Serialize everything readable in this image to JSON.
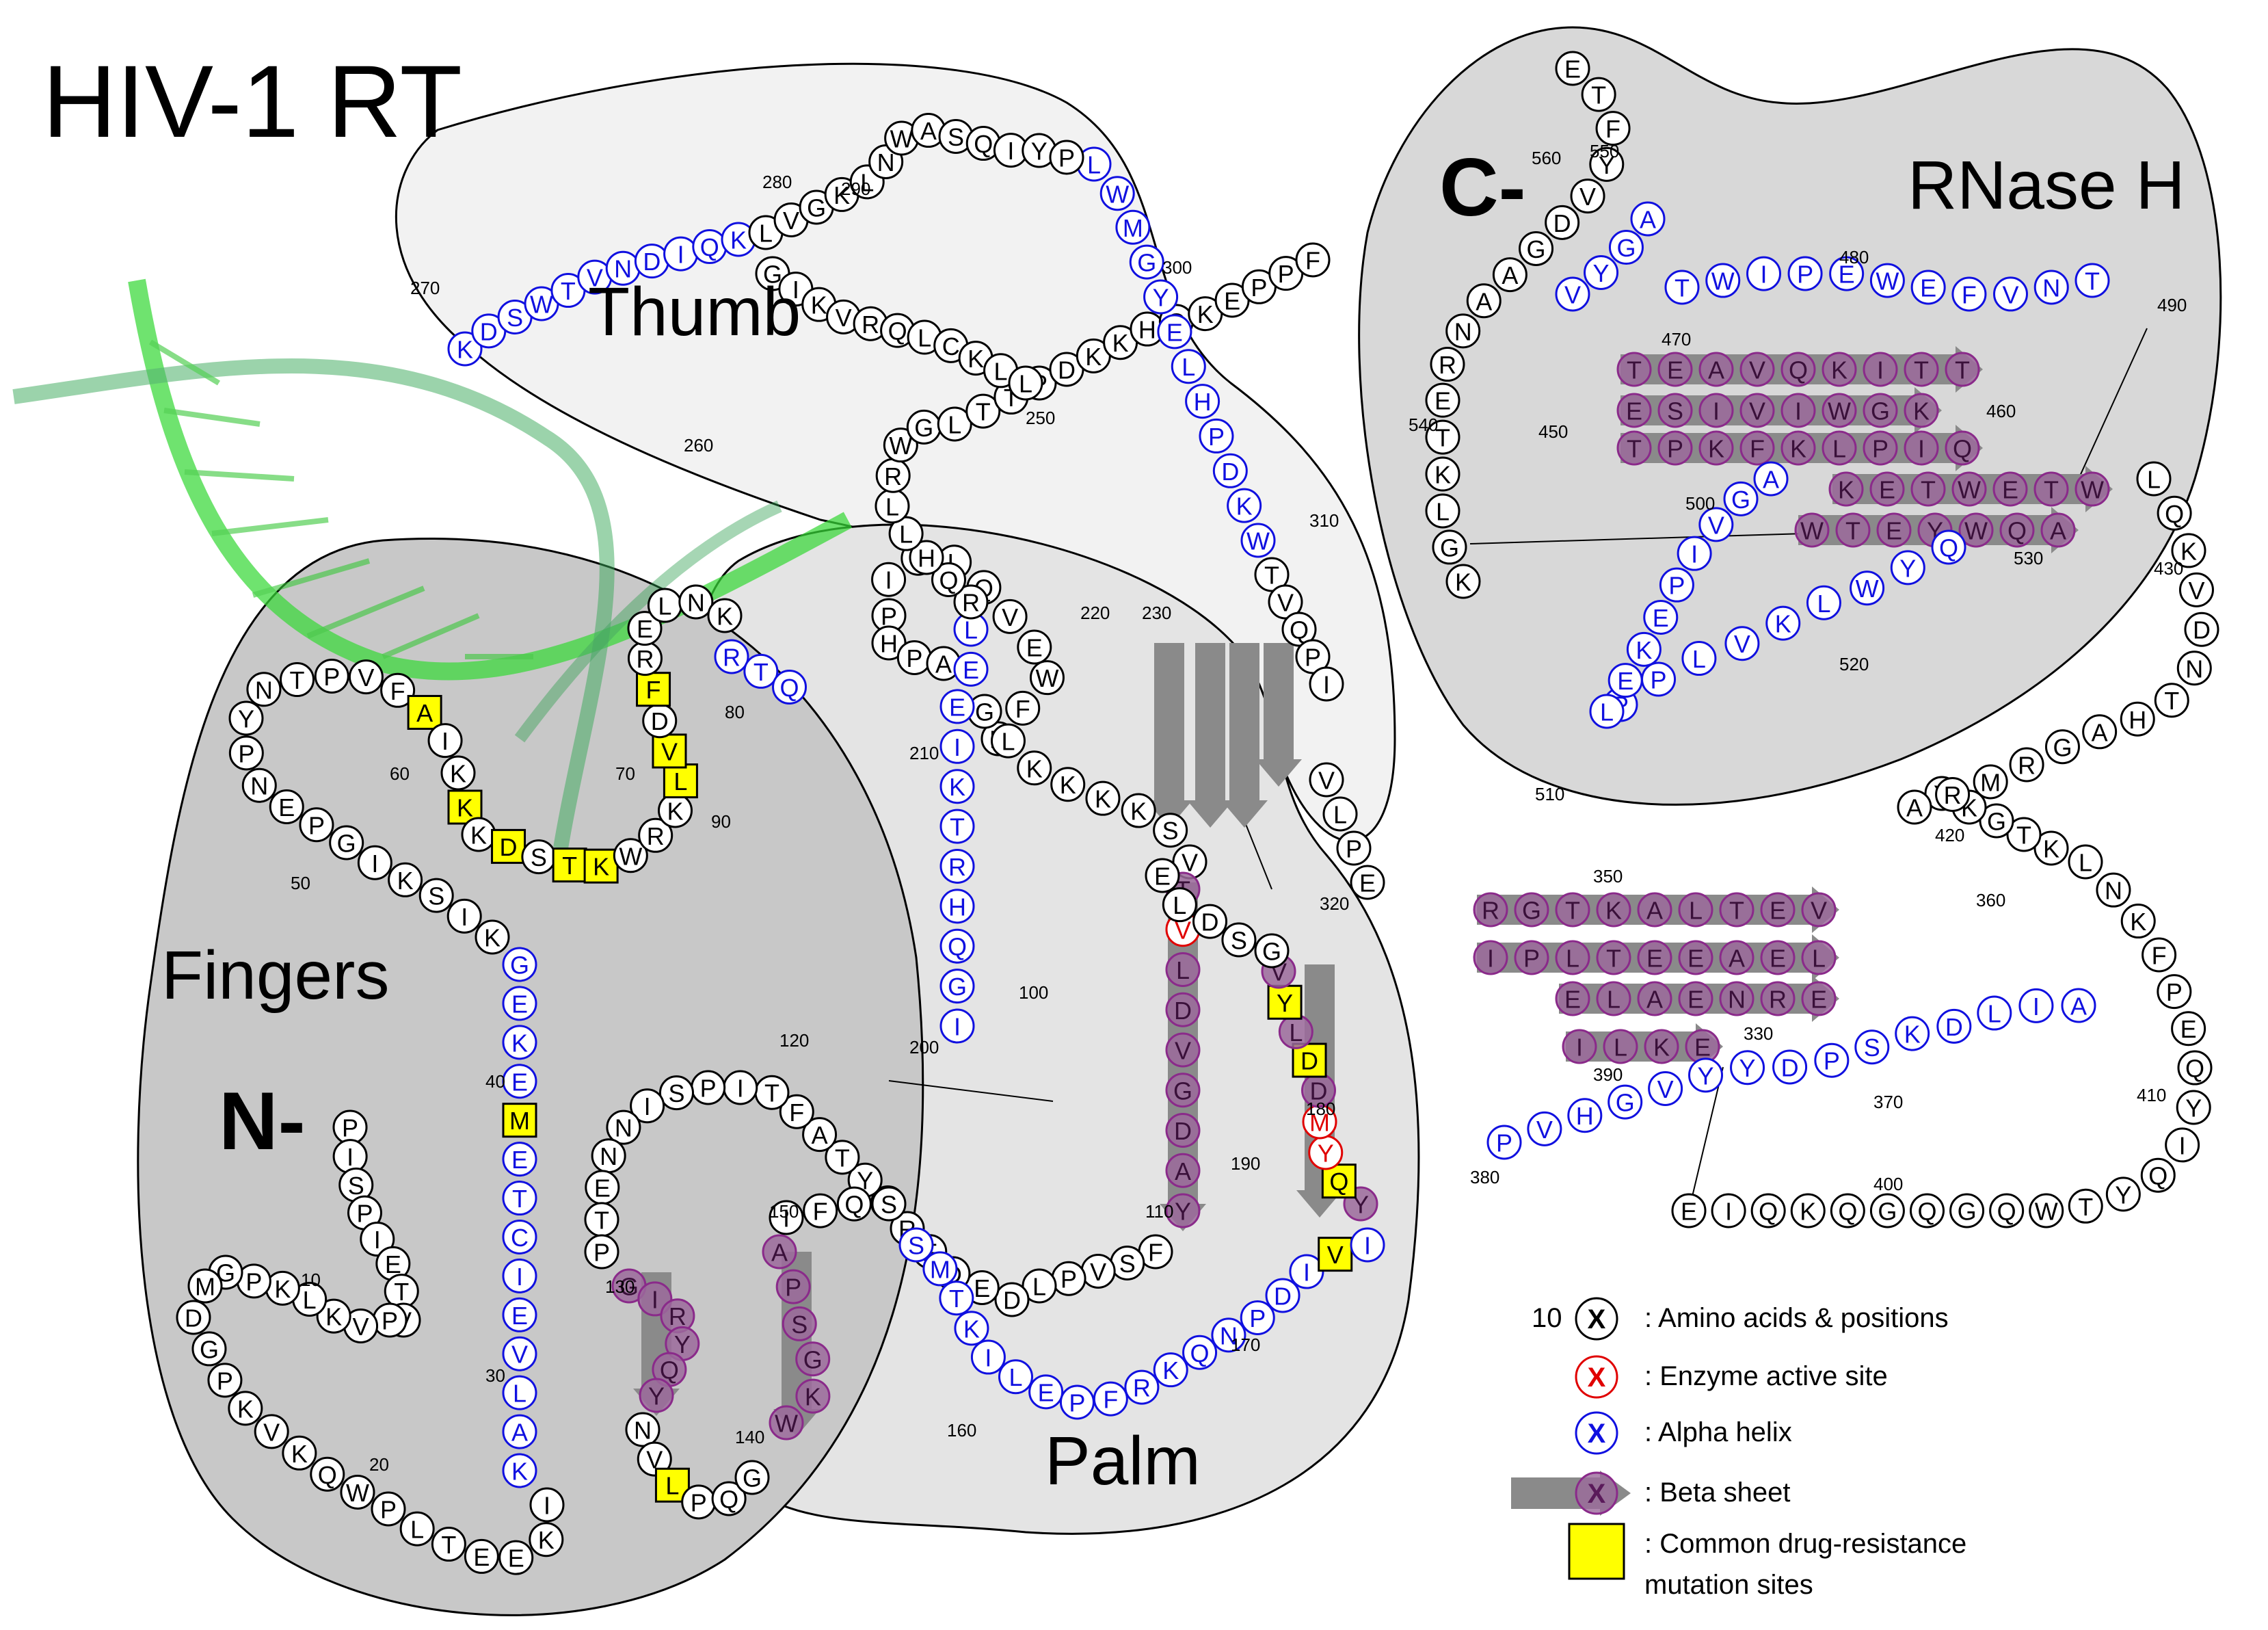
{
  "title": "HIV-1 RT",
  "domains": {
    "fingers": "Fingers",
    "palm": "Palm",
    "thumb": "Thumb",
    "rnase_h": "RNase H"
  },
  "termini": {
    "n": "N-",
    "c": "C-"
  },
  "colors": {
    "plain": "#000000",
    "active_site": "#e00000",
    "alpha_helix": "#1010e0",
    "beta_sheet": "#8a2a8a",
    "beta_fill": "#9b6a9b",
    "mutation_fill": "#ffff00",
    "fingers_region": "#c8c8c8",
    "palm_region": "#e4e4e4",
    "thumb_region": "#f2f2f2",
    "rnase_region": "#d8d8d8",
    "dna": "#40d040"
  },
  "legend": {
    "amino_sample": "X",
    "amino_pos": "10",
    "amino": ": Amino acids & positions",
    "active_sample": "X",
    "active": ": Enzyme active site",
    "helix_sample": "X",
    "helix": ": Alpha helix",
    "beta_sample": "X",
    "beta": ": Beta sheet",
    "mutation_l1": ": Common drug-resistance",
    "mutation_l2": "mutation sites"
  },
  "fingers_chain": "PISPIETVPVKLKPGMDGPKVKQWPLTEEKIKALVEICTEMEKEGKISKIGPENPYNTPVFAIKKKDSTKWRKLVDFRELNKRTQ",
  "fingers_start": 1,
  "fingers_page_numbers": [
    "10",
    "20",
    "30",
    "40",
    "50",
    "60",
    "70",
    "80"
  ],
  "palm_chain_a": "DFWEVQLGIPHPAGLKKKKSVTVLDVGDAYFSVPLDEDFRKYTAFTIPSINNETPGIRYQYNVLPQGWKGSPAIFQSSMTKILEPFRKQNPDIVIYQYMDDLYVGSDLEIGQHRTKIEELRQHLLRWGLTTPDKKHQKEPPFLWMGYELHPDKWTVQPIVLPEKDSWTVNDIQKLVGKLNWASQIYPGIKVRQLCKLLRGTKALTEVIPLTEEAELELAENREILKEPVHGVYYDPSKDLIAEIQKQGQGQWTYQIYQEPFKNLKTGKYARMRGAHTNDVKQLTEAVQKITTESIVIWGKTPKFKLPIQKETWETWWTEYWQATWIPEWEFVNTPPLVKLWYQLEKEPIVGAETFYVDGAANRETKLGKAGYVTNRGRQKVVTLTDTTNQKTELQAIYLALQDSGLEVNIVTDSQYALGIIQAQPDQSESELVNQIIEQLIKKEKVYLAWVPAHKGIGGNEQVDKLVSAGIRKVL",
  "page_numbers": [
    "90",
    "100",
    "110",
    "120",
    "130",
    "140",
    "150",
    "160",
    "170",
    "180",
    "190",
    "200",
    "210",
    "220",
    "230",
    "250",
    "260",
    "270",
    "280",
    "290",
    "300",
    "310",
    "320",
    "330",
    "350",
    "360",
    "370",
    "380",
    "390",
    "400",
    "410",
    "420",
    "430",
    "450",
    "460",
    "470",
    "480",
    "490",
    "500",
    "510",
    "520",
    "530",
    "540",
    "550",
    "560"
  ]
}
